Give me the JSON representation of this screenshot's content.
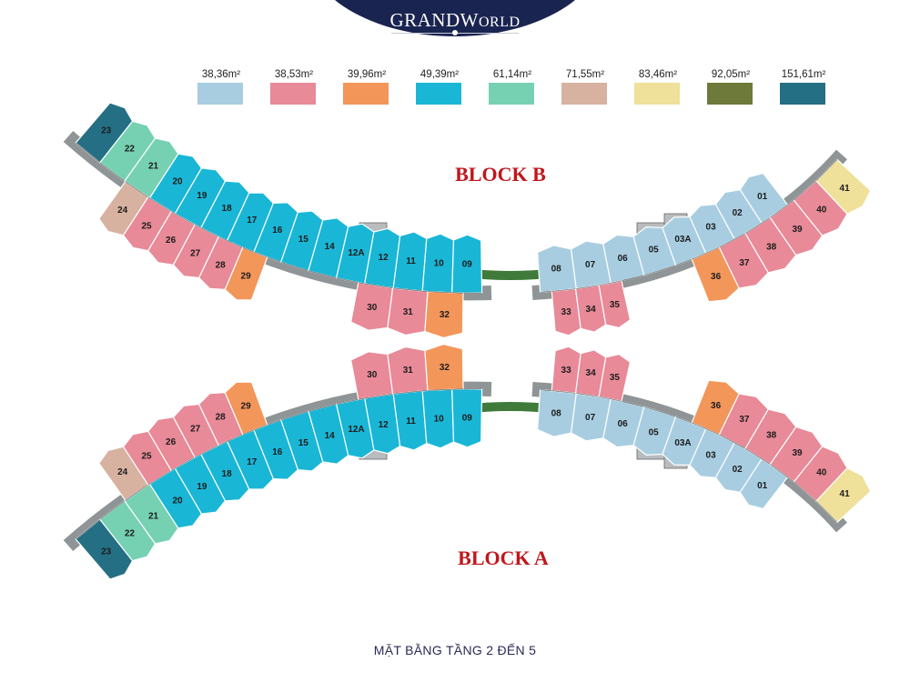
{
  "brand": {
    "logo_part1": "GRAND",
    "logo_part2": "W",
    "logo_part3": "ORLD"
  },
  "legend": [
    {
      "label": "38,36m²",
      "color": "#a8cde0"
    },
    {
      "label": "38,53m²",
      "color": "#e88a98"
    },
    {
      "label": "39,96m²",
      "color": "#f3965a"
    },
    {
      "label": "49,39m²",
      "color": "#1ab6d6"
    },
    {
      "label": "61,14m²",
      "color": "#76d1b2"
    },
    {
      "label": "71,55m²",
      "color": "#d7b2a0"
    },
    {
      "label": "83,46m²",
      "color": "#efe09a"
    },
    {
      "label": "92,05m²",
      "color": "#6e7a3a"
    },
    {
      "label": "151,61m²",
      "color": "#256f84"
    }
  ],
  "blocks": {
    "block_b": "BLOCK B",
    "block_a": "BLOCK A"
  },
  "units": {
    "left_outer": [
      "23",
      "22",
      "21",
      "20",
      "19",
      "18",
      "17",
      "16",
      "15",
      "14",
      "12A",
      "12",
      "11",
      "10",
      "09"
    ],
    "left_inner": [
      "24",
      "25",
      "26",
      "27",
      "28",
      "29"
    ],
    "center_left": [
      "30",
      "31",
      "32"
    ],
    "center_right": [
      "33",
      "34",
      "35"
    ],
    "right_inner": [
      "36",
      "37",
      "38",
      "39",
      "40",
      "41"
    ],
    "right_outer": [
      "08",
      "07",
      "06",
      "05",
      "03A",
      "03",
      "02",
      "01"
    ]
  },
  "caption": "MẶT BẰNG TẦNG 2 ĐẾN 5"
}
